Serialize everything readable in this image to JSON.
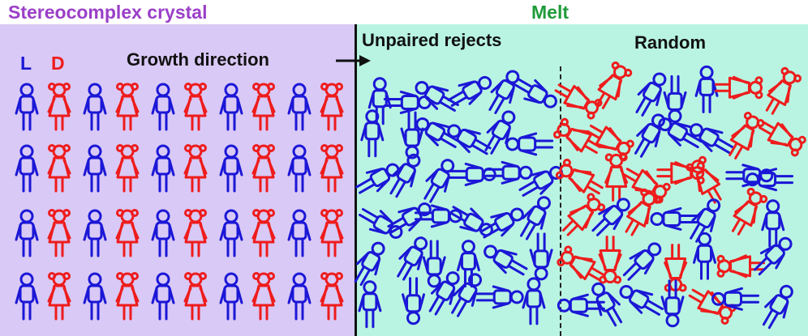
{
  "titles": {
    "crystal": "Stereocomplex crystal",
    "melt": "Melt"
  },
  "labels": {
    "L": "L",
    "D": "D",
    "growth": "Growth direction",
    "unpaired": "Unpaired rejects",
    "random": "Random"
  },
  "colors": {
    "crystal_bg": "#d9c9f6",
    "melt_bg": "#b9f4e2",
    "crystal_title": "#9b3fc8",
    "melt_title": "#1f9b3a",
    "L_figure": "#1b17d6",
    "D_figure": "#ee1c1c"
  },
  "icons": {
    "L_figure": "boy-figure-icon",
    "D_figure": "girl-figure-icon",
    "arrow": "right-arrow-icon"
  }
}
